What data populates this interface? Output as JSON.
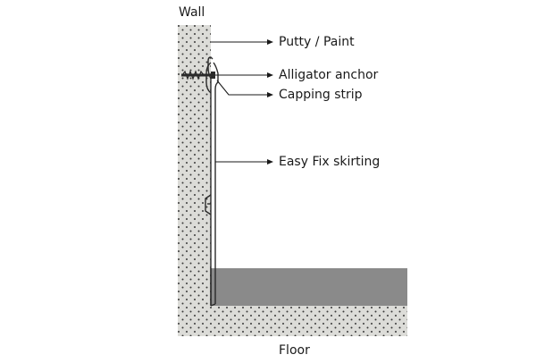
{
  "labels": {
    "wall": "Wall",
    "floor": "Floor",
    "putty_paint": "Putty / Paint",
    "alligator_anchor": "Alligator anchor",
    "capping_strip": "Capping strip",
    "easy_fix_skirting": "Easy Fix skirting"
  },
  "colors": {
    "concrete": "#dcdcd8",
    "concrete_dots": "#3a3a3a",
    "floor_finish": "#8a8a8a",
    "skirting_stroke": "#2a2a2a",
    "line": "#1a1a1a"
  }
}
